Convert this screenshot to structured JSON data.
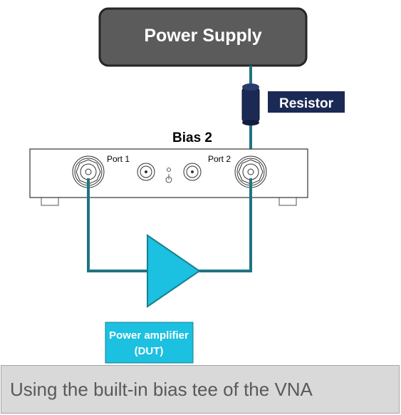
{
  "power_supply": {
    "label": "Power Supply"
  },
  "resistor": {
    "label": "Resistor"
  },
  "vna": {
    "bias_label": "Bias 2",
    "port1_label": "Port 1",
    "port2_label": "Port 2"
  },
  "amplifier": {
    "label_line1": "Power amplifier",
    "label_line2": "(DUT)"
  },
  "caption": {
    "text": "Using the built-in bias tee of the VNA"
  },
  "colors": {
    "power_supply_fill": "#5b5b5b",
    "power_supply_border": "#262626",
    "cable": "#1f7482",
    "resistor_fill": "#1b2a55",
    "amplifier": "#1cc0e0",
    "caption_bg": "#d9d9d9"
  }
}
